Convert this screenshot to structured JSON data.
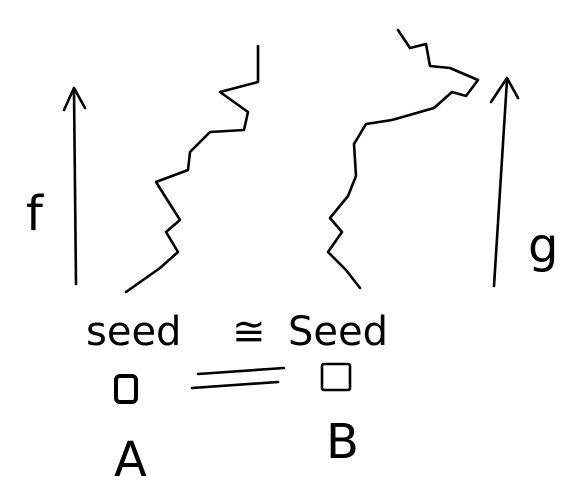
{
  "diagram": {
    "left_arrow_label": "f",
    "right_arrow_label": "g",
    "left_seed": "seed",
    "iso_symbol": "≅",
    "right_seed": "Seed",
    "left_box_label": "A",
    "right_box_label": "B",
    "equals_symbol": "="
  }
}
